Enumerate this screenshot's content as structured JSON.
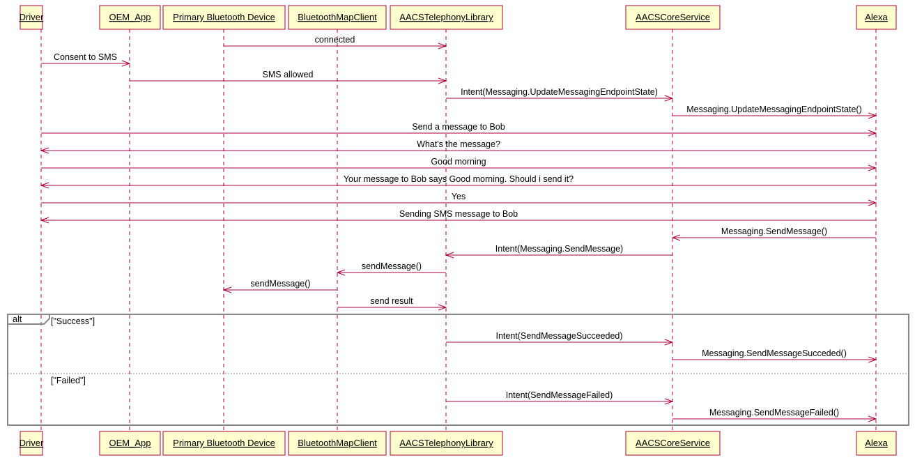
{
  "colors": {
    "participant_fill": "#FEFECE",
    "participant_border": "#A80036",
    "lifeline": "#A80036",
    "arrow": "#A80036",
    "frame_border": "#888888",
    "text": "#000000"
  },
  "participants": [
    {
      "id": "driver",
      "label": "Driver"
    },
    {
      "id": "oem",
      "label": "OEM_App"
    },
    {
      "id": "pbd",
      "label": "Primary Bluetooth Device"
    },
    {
      "id": "bmc",
      "label": "BluetoothMapClient"
    },
    {
      "id": "atl",
      "label": "AACSTelephonyLibrary"
    },
    {
      "id": "acs",
      "label": "AACSCoreService"
    },
    {
      "id": "alexa",
      "label": "Alexa"
    }
  ],
  "messages": [
    {
      "from": "pbd",
      "to": "atl",
      "label": "connected"
    },
    {
      "from": "driver",
      "to": "oem",
      "label": "Consent to SMS"
    },
    {
      "from": "oem",
      "to": "atl",
      "label": "SMS allowed"
    },
    {
      "from": "atl",
      "to": "acs",
      "label": "Intent(Messaging.UpdateMessagingEndpointState)"
    },
    {
      "from": "acs",
      "to": "alexa",
      "label": "Messaging.UpdateMessagingEndpointState()"
    },
    {
      "from": "driver",
      "to": "alexa",
      "label": "Send a message to Bob"
    },
    {
      "from": "alexa",
      "to": "driver",
      "label": "What's the message?"
    },
    {
      "from": "driver",
      "to": "alexa",
      "label": "Good morning"
    },
    {
      "from": "alexa",
      "to": "driver",
      "label": "Your message to Bob says Good morning. Should i send it?"
    },
    {
      "from": "driver",
      "to": "alexa",
      "label": "Yes"
    },
    {
      "from": "alexa",
      "to": "driver",
      "label": "Sending SMS message to Bob"
    },
    {
      "from": "alexa",
      "to": "acs",
      "label": "Messaging.SendMessage()"
    },
    {
      "from": "acs",
      "to": "atl",
      "label": "Intent(Messaging.SendMessage)"
    },
    {
      "from": "atl",
      "to": "bmc",
      "label": "sendMessage()"
    },
    {
      "from": "bmc",
      "to": "pbd",
      "label": "sendMessage()"
    },
    {
      "from": "bmc",
      "to": "atl",
      "label": "send result"
    }
  ],
  "alt_fragment": {
    "label": "alt",
    "sections": [
      {
        "guard": "[\"Success\"]",
        "messages": [
          {
            "from": "atl",
            "to": "acs",
            "label": "Intent(SendMessageSucceeded)"
          },
          {
            "from": "acs",
            "to": "alexa",
            "label": "Messaging.SendMessageSucceded()"
          }
        ]
      },
      {
        "guard": "[\"Failed\"]",
        "messages": [
          {
            "from": "atl",
            "to": "acs",
            "label": "Intent(SendMessageFailed)"
          },
          {
            "from": "acs",
            "to": "alexa",
            "label": "Messaging.SendMessageFailed()"
          }
        ]
      }
    ]
  }
}
